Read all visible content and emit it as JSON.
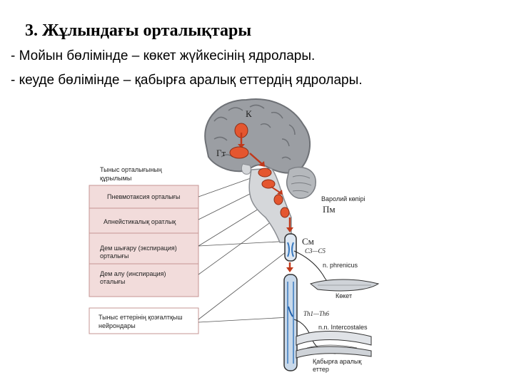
{
  "slide": {
    "title": "3. Жұлындағы орталықтары",
    "bullets": [
      "- Мойын бөлімінде – көкет жүйкесінің ядролары.",
      "- кеуде бөлімінде – қабырға аралық еттердің ядролары."
    ]
  },
  "diagram": {
    "brain_labels": {
      "cortex": "К",
      "hypothalamus": "Гт"
    },
    "legend_header": [
      "Тыныс орталығының",
      "құрылымы"
    ],
    "legend_boxes": [
      [
        "Пневмотаксия орталығы"
      ],
      [
        "Апнейстикалық оратлық"
      ],
      [
        "Дем шығару (экспирация)",
        "орталығы"
      ],
      [
        "Дем алу (инспирация)",
        "оталығы"
      ],
      [
        "Тыныс еттерінің қозғалтқыш",
        "нейрондары"
      ]
    ],
    "side_labels": {
      "varolii": "Варолий көпірі",
      "pm": "Пм",
      "sm": "См",
      "c_range": "C3—C5",
      "phrenicus": "n. phrenicus",
      "diaphragm": "Көкет",
      "th_range": "Th1—Th6",
      "intercostales": "n.n. Intercostales",
      "intercostal_muscles": [
        "Қабырға аралық",
        "еттер"
      ]
    },
    "colors": {
      "nucleus": "#e4562f",
      "brain": "#9b9ea3",
      "box_fill": "#f2dcdb",
      "box_border": "#c69593",
      "cord": "#c9d9ea"
    }
  }
}
